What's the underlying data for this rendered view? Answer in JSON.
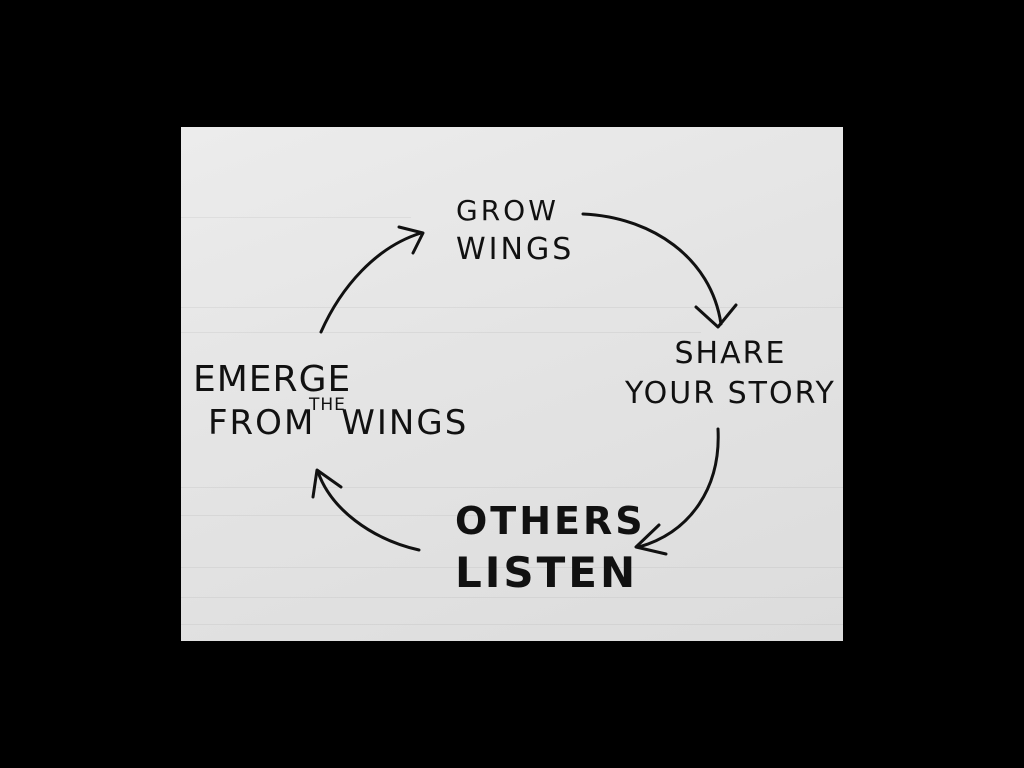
{
  "diagram": {
    "nodes": [
      {
        "id": "grow",
        "lines": [
          "GROW",
          "WINGS"
        ]
      },
      {
        "id": "share",
        "lines": [
          "SHARE",
          "YOUR STORY"
        ]
      },
      {
        "id": "others",
        "lines": [
          "OTHERS",
          "LISTEN"
        ]
      },
      {
        "id": "emerge",
        "lines": [
          "EMERGE",
          "FROM",
          "WINGS"
        ],
        "insert": "THE"
      }
    ],
    "edges": [
      {
        "from": "grow",
        "to": "share"
      },
      {
        "from": "share",
        "to": "others"
      },
      {
        "from": "others",
        "to": "emerge"
      },
      {
        "from": "emerge",
        "to": "grow"
      }
    ]
  },
  "colors": {
    "background": "#000000",
    "paper": "#e6e6e6",
    "ink": "#111111"
  }
}
